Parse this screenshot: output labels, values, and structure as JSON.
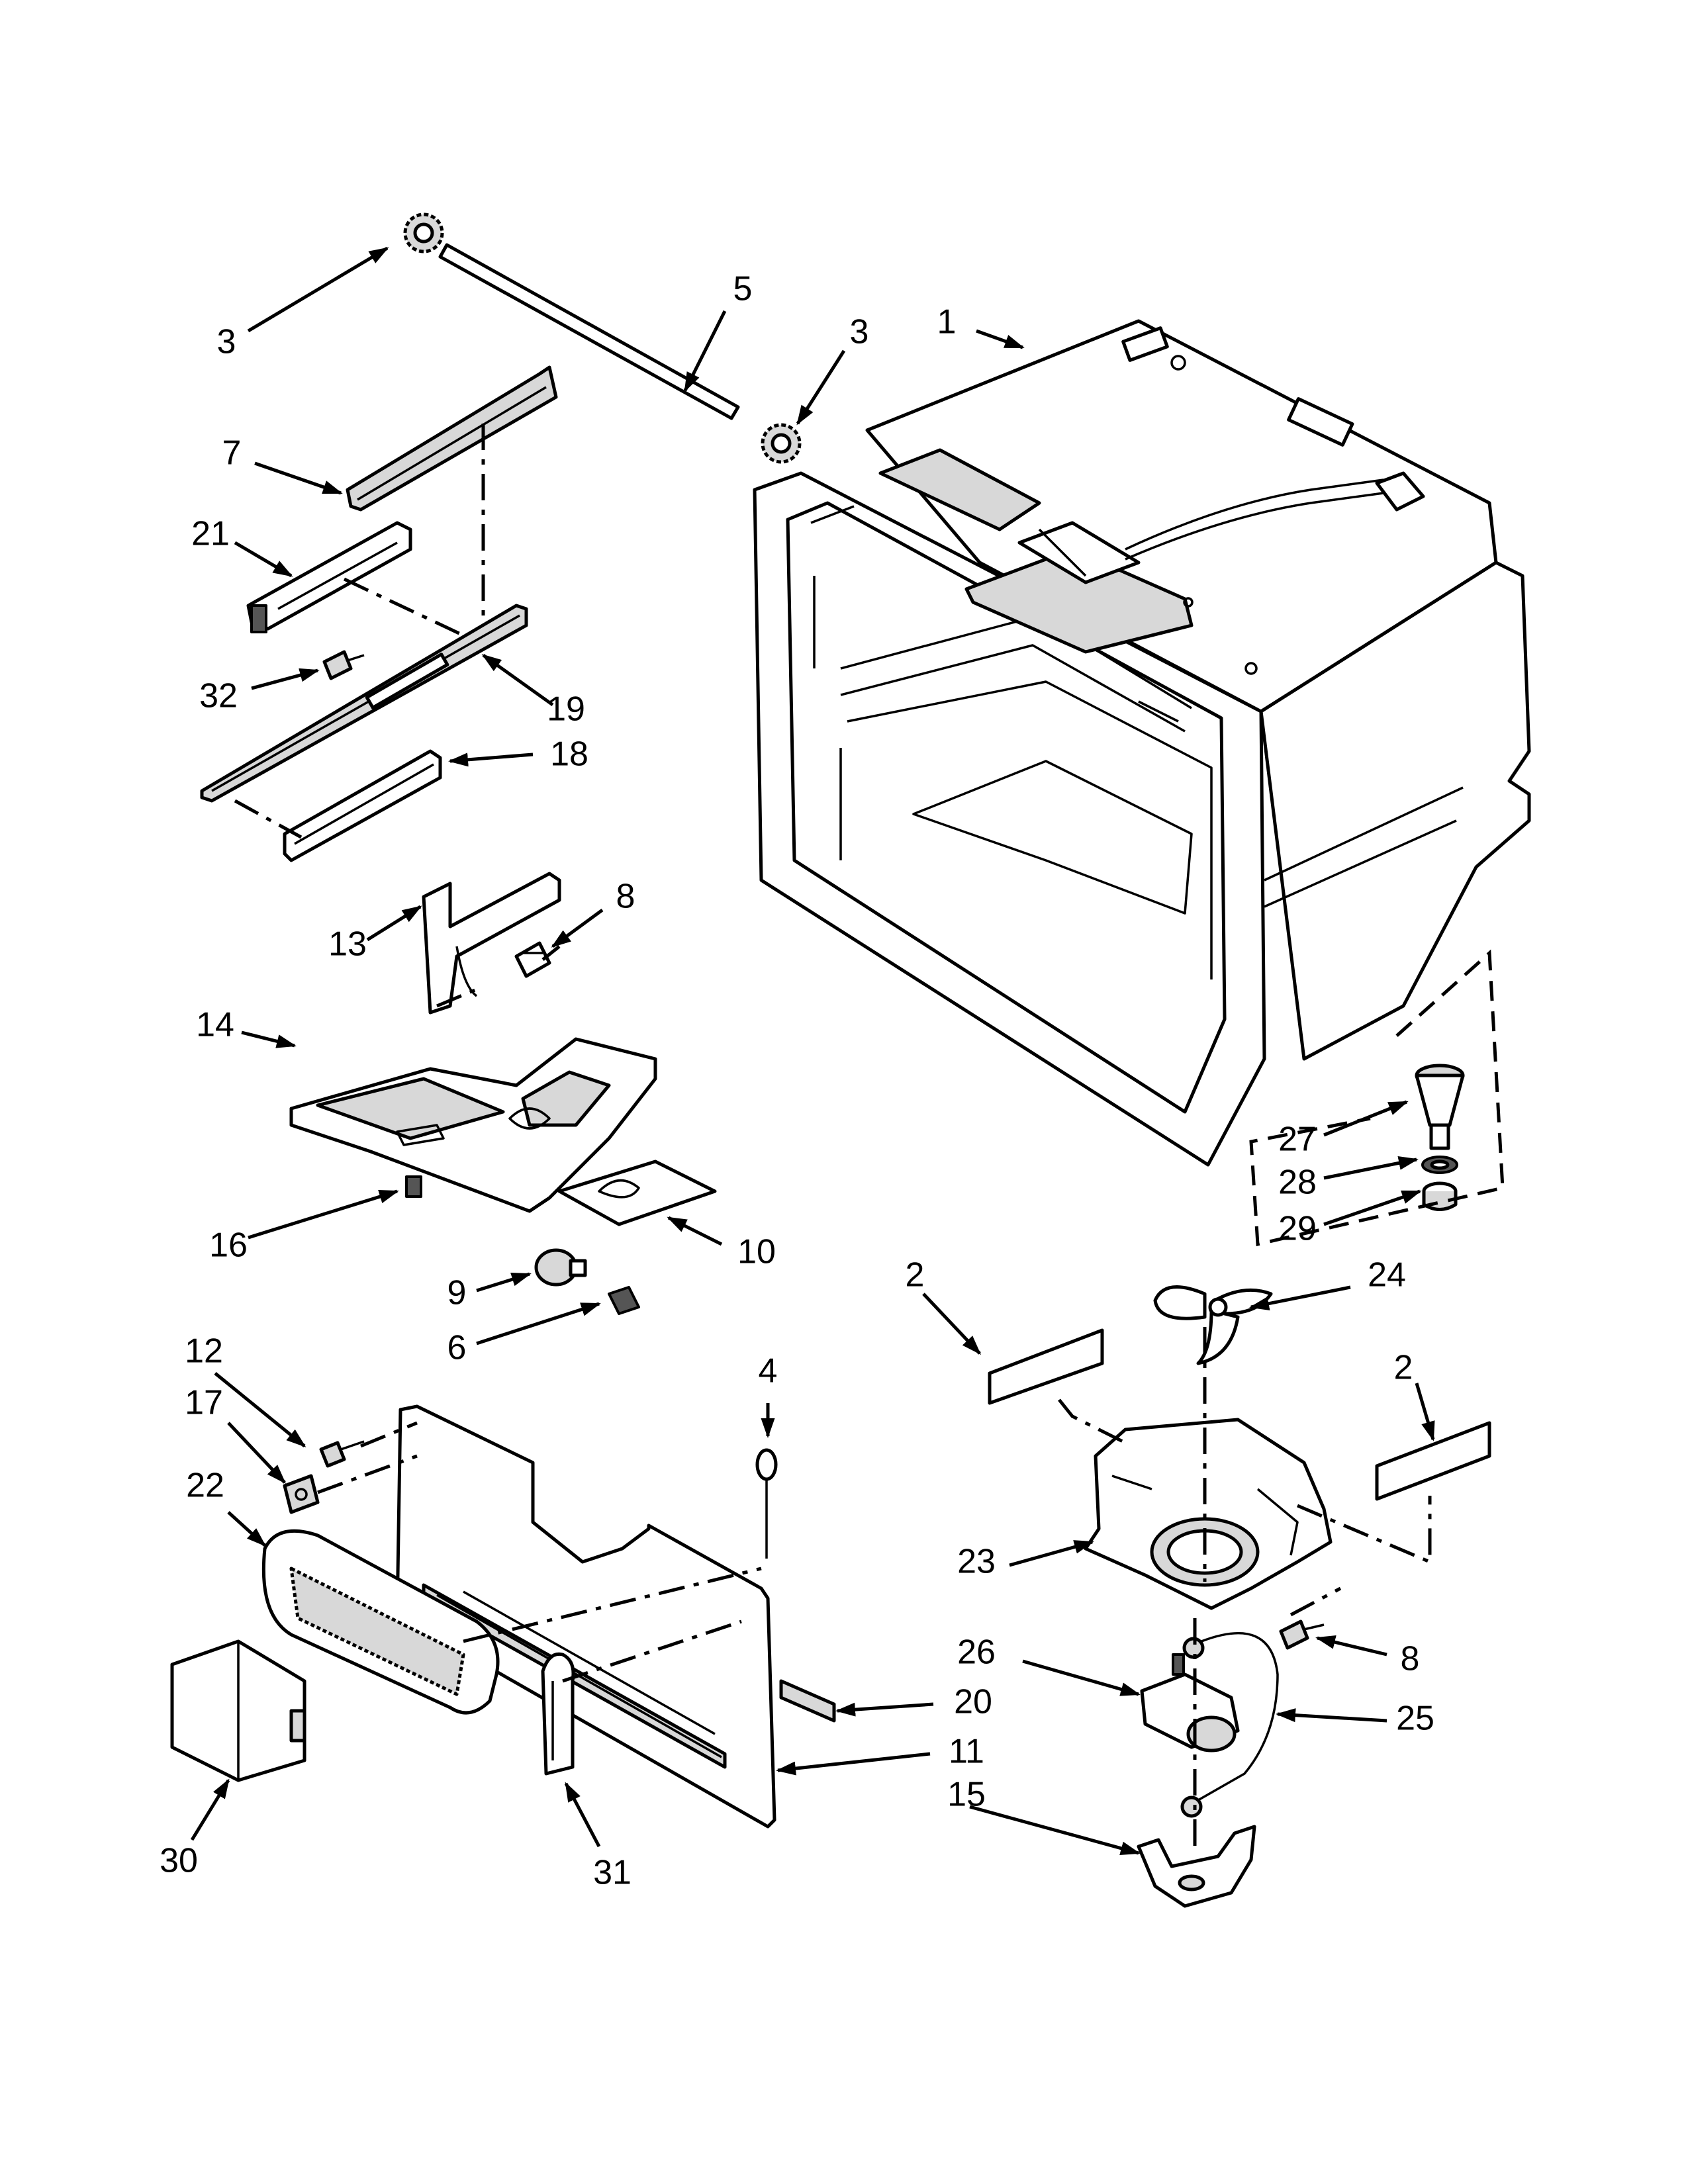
{
  "callouts": [
    {
      "id": "c1",
      "label": "1"
    },
    {
      "id": "c2a",
      "label": "2"
    },
    {
      "id": "c2b",
      "label": "2"
    },
    {
      "id": "c3a",
      "label": "3"
    },
    {
      "id": "c3b",
      "label": "3"
    },
    {
      "id": "c4",
      "label": "4"
    },
    {
      "id": "c5",
      "label": "5"
    },
    {
      "id": "c6",
      "label": "6"
    },
    {
      "id": "c7",
      "label": "7"
    },
    {
      "id": "c8a",
      "label": "8"
    },
    {
      "id": "c8b",
      "label": "8"
    },
    {
      "id": "c9",
      "label": "9"
    },
    {
      "id": "c10",
      "label": "10"
    },
    {
      "id": "c11",
      "label": "11"
    },
    {
      "id": "c12",
      "label": "12"
    },
    {
      "id": "c13",
      "label": "13"
    },
    {
      "id": "c14",
      "label": "14"
    },
    {
      "id": "c15",
      "label": "15"
    },
    {
      "id": "c16",
      "label": "16"
    },
    {
      "id": "c17",
      "label": "17"
    },
    {
      "id": "c18",
      "label": "18"
    },
    {
      "id": "c19",
      "label": "19"
    },
    {
      "id": "c20",
      "label": "20"
    },
    {
      "id": "c21",
      "label": "21"
    },
    {
      "id": "c22",
      "label": "22"
    },
    {
      "id": "c23",
      "label": "23"
    },
    {
      "id": "c24",
      "label": "24"
    },
    {
      "id": "c25",
      "label": "25"
    },
    {
      "id": "c26",
      "label": "26"
    },
    {
      "id": "c27",
      "label": "27"
    },
    {
      "id": "c28",
      "label": "28"
    },
    {
      "id": "c29",
      "label": "29"
    },
    {
      "id": "c30",
      "label": "30"
    },
    {
      "id": "c31",
      "label": "31"
    },
    {
      "id": "c32",
      "label": "32"
    }
  ]
}
